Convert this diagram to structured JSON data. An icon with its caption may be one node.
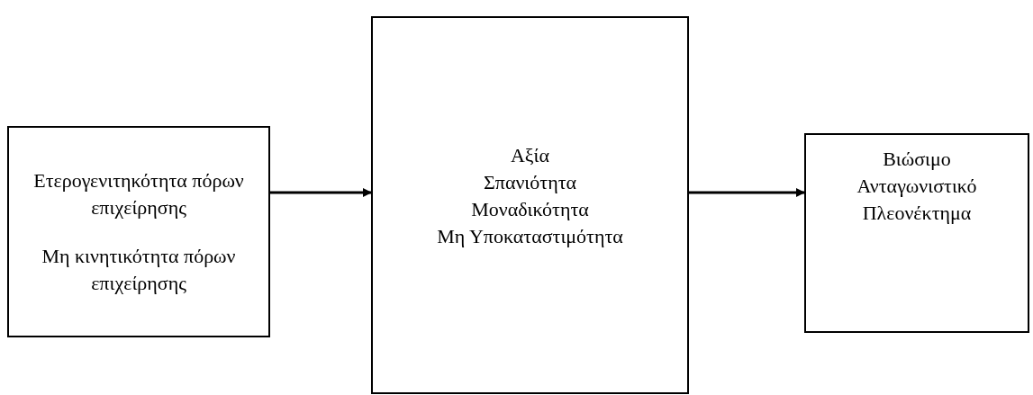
{
  "diagram": {
    "nodes": [
      {
        "text": [
          "Ετερογενιτηκότητα πόρων επιχείρησης",
          "Μη κινητικότητα πόρων επιχείρησης"
        ]
      },
      {
        "text": [
          "Αξία",
          "Σπανιότητα",
          "Μοναδικότητα",
          "Μη Υποκαταστιμότητα"
        ]
      },
      {
        "text": [
          "Βιώσιμο Ανταγωνιστικό Πλεονέκτημα"
        ]
      }
    ],
    "edges": [
      {
        "from": 0,
        "to": 1,
        "arrow": "to"
      },
      {
        "from": 1,
        "to": 2,
        "arrow": "to"
      }
    ]
  }
}
